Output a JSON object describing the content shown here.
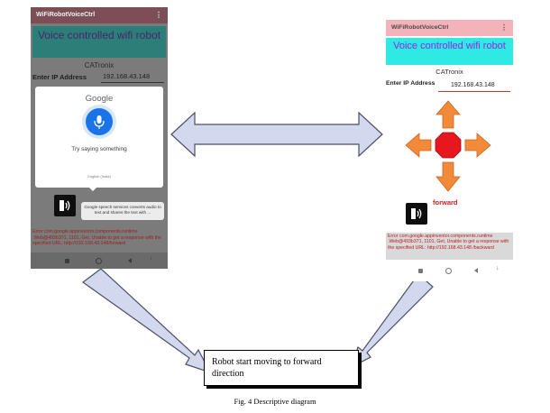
{
  "left_phone": {
    "app_title": "WiFiRobotVoiceCtrl",
    "menu_icon": "⋮",
    "header_title": "Voice controlled wifi robot",
    "brand": "CATronix",
    "ip_label": "Enter IP Address",
    "ip_value": "192.168.43.148",
    "google_dialog": {
      "logo": "Google",
      "prompt": "Try saying something",
      "language": "English (India)"
    },
    "toast_text": "Google speech services converts audio to text and shares the text with ...",
    "error_text": "Error com.google.appinventor.components.runtime .Web@493b371, 1101, Get, Unable to get a response with the specified URL: http://192.168.43.148/forward"
  },
  "right_phone": {
    "app_title": "WiFiRobotVoiceCtrl",
    "menu_icon": "⋮",
    "header_title": "Voice controlled wifi robot",
    "brand": "CATronix",
    "ip_label": "Enter IP Address",
    "ip_value": "192.168.43.148",
    "command_text": "forward",
    "error_text": "Error com.google.appinventor.components.runtime .Web@493b371, 1101, Get, Unable to get a response with the specified URL: http://192.168.43.148 /backward"
  },
  "result_text": "Robot start moving to forward direction",
  "caption": "Fig. 4 Descriptive diagram",
  "colors": {
    "arrow_fill": "#d2d8ee",
    "arrow_stroke": "#4a4f66",
    "dpad_orange": "#f28a3a",
    "stop_red": "#e8171d",
    "right_header_bg": "#2ee9e4",
    "right_header_text": "#8b2be2",
    "right_titlebar_bg": "#f2b3bb"
  },
  "icons": [
    "menu-dots-icon",
    "mic-icon",
    "voice-speaker-icon",
    "dpad-up-arrow-icon",
    "dpad-down-arrow-icon",
    "dpad-left-arrow-icon",
    "dpad-right-arrow-icon",
    "stop-octagon-icon",
    "nav-recent-icon",
    "nav-home-icon",
    "nav-back-icon",
    "nav-down-icon"
  ]
}
